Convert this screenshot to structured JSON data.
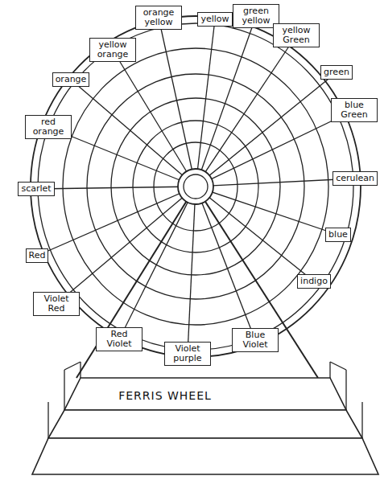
{
  "diagram": {
    "nodes": [
      {
        "text": [
          "orange yellow"
        ]
      },
      {
        "text": [
          "yellow"
        ]
      },
      {
        "text": [
          "green yellow"
        ]
      },
      {
        "text": [
          "yellow Green"
        ]
      },
      {
        "text": [
          "green"
        ]
      },
      {
        "text": [
          "blue Green"
        ]
      },
      {
        "text": [
          "cerulean"
        ]
      },
      {
        "text": [
          "blue"
        ]
      },
      {
        "text": [
          "indigo"
        ]
      },
      {
        "text": [
          "Blue Violet"
        ]
      },
      {
        "text": [
          "Violet purple"
        ]
      },
      {
        "text": [
          "Red Violet"
        ]
      },
      {
        "text": [
          "Violet Red"
        ]
      },
      {
        "text": [
          "Red"
        ]
      },
      {
        "text": [
          "scarlet"
        ]
      },
      {
        "text": [
          "red orange"
        ]
      },
      {
        "text": [
          "orange"
        ]
      },
      {
        "text": [
          "yellow orange"
        ]
      }
    ],
    "labels": [
      "FERRIS WHEEL"
    ]
  }
}
